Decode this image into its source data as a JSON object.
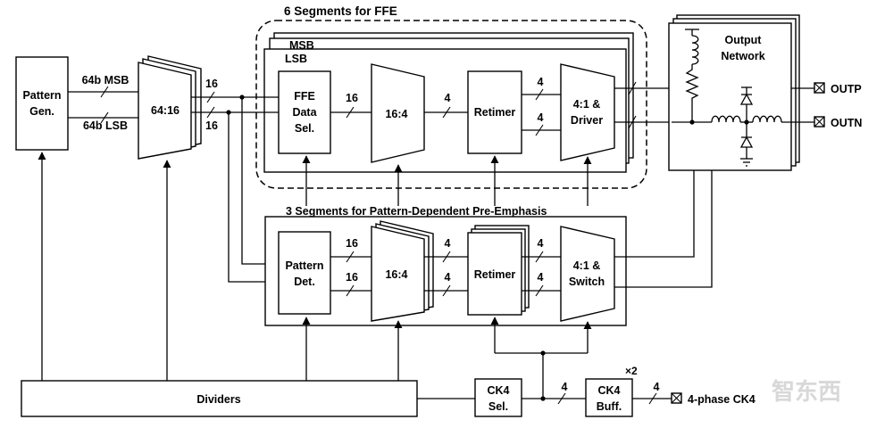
{
  "labels": {
    "ffe_segments": "6 Segments for FFE",
    "msb": "MSB",
    "lsb": "LSB",
    "preemph_segments": "3 Segments for Pattern-Dependent Pre-Emphasis",
    "pattern_gen_1": "Pattern",
    "pattern_gen_2": "Gen.",
    "bus_64b_msb": "64b MSB",
    "bus_64b_lsb": "64b LSB",
    "mux_64_16": "64:16",
    "bus16_a": "16",
    "bus16_b": "16",
    "ffe_sel_1": "FFE",
    "ffe_sel_2": "Data",
    "ffe_sel_3": "Sel.",
    "bus16_c": "16",
    "mux_16_4_top": "16:4",
    "bus4_a": "4",
    "retimer_top": "Retimer",
    "bus4_b": "4",
    "bus4_c": "4",
    "driver_1": "4:1 &",
    "driver_2": "Driver",
    "output_network_1": "Output",
    "output_network_2": "Network",
    "outp": "OUTP",
    "outn": "OUTN",
    "pattern_det_1": "Pattern",
    "pattern_det_2": "Det.",
    "bus16_d": "16",
    "bus16_e": "16",
    "mux_16_4_bot": "16:4",
    "bus4_d": "4",
    "bus4_e": "4",
    "retimer_bot": "Retimer",
    "bus4_f": "4",
    "bus4_g": "4",
    "switch_1": "4:1 &",
    "switch_2": "Switch",
    "dividers": "Dividers",
    "ck4sel_1": "CK4",
    "ck4sel_2": "Sel.",
    "bus4_h": "4",
    "ck4buff_1": "CK4",
    "ck4buff_2": "Buff.",
    "x2": "×2",
    "bus4_i": "4",
    "four_phase_ck4": "4-phase CK4",
    "watermark": "智东西"
  }
}
